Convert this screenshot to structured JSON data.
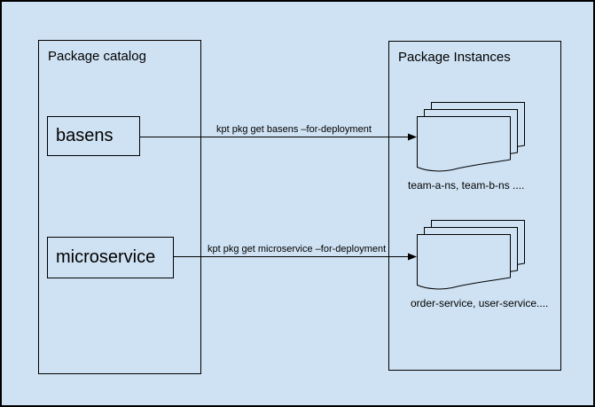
{
  "colors": {
    "background": "#cfe2f3",
    "stroke": "#000000"
  },
  "catalog": {
    "title": "Package catalog",
    "packages": [
      {
        "label": "basens"
      },
      {
        "label": "microservice"
      }
    ]
  },
  "instances": {
    "title": "Package Instances",
    "stacks": [
      {
        "caption": "team-a-ns, team-b-ns ...."
      },
      {
        "caption": "order-service, user-service...."
      }
    ]
  },
  "arrows": [
    {
      "label": "kpt pkg get basens –for-deployment"
    },
    {
      "label": "kpt pkg get microservice –for-deployment"
    }
  ]
}
